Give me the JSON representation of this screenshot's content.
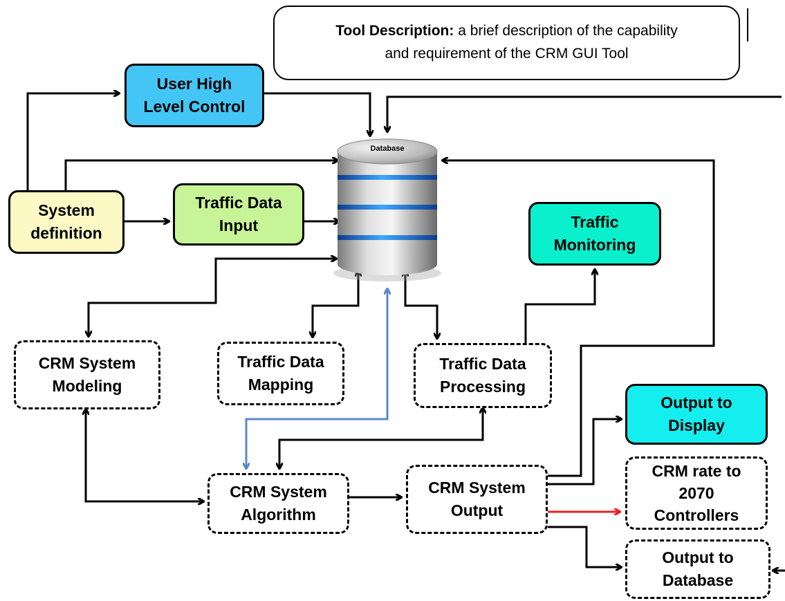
{
  "description": {
    "label": "Tool Description:",
    "line1": "a brief description of the capability",
    "line2": "and requirement of the CRM GUI Tool"
  },
  "database_label": "Database",
  "colors": {
    "user_control": "#43c6f5",
    "system_definition": "#fcf9c4",
    "traffic_input": "#c8f498",
    "traffic_monitoring": "#0af0cd",
    "output_display": "#14eeef",
    "feedback_arrow": "#5b88c4",
    "controller_arrow": "#ee1c24"
  },
  "nodes": {
    "user_control": [
      "User High",
      "Level Control"
    ],
    "system_definition": [
      "System",
      "definition"
    ],
    "traffic_input": [
      "Traffic Data",
      "Input"
    ],
    "traffic_monitoring": [
      "Traffic",
      "Monitoring"
    ],
    "crm_modeling": [
      "CRM System",
      "Modeling"
    ],
    "traffic_mapping": [
      "Traffic Data",
      "Mapping"
    ],
    "traffic_processing": [
      "Traffic Data",
      "Processing"
    ],
    "output_display": [
      "Output to",
      "Display"
    ],
    "crm_algorithm": [
      "CRM System",
      "Algorithm"
    ],
    "crm_output": [
      "CRM System",
      "Output"
    ],
    "crm_rate": [
      "CRM rate to",
      "2070",
      "Controllers"
    ],
    "output_database": [
      "Output to",
      "Database"
    ]
  }
}
